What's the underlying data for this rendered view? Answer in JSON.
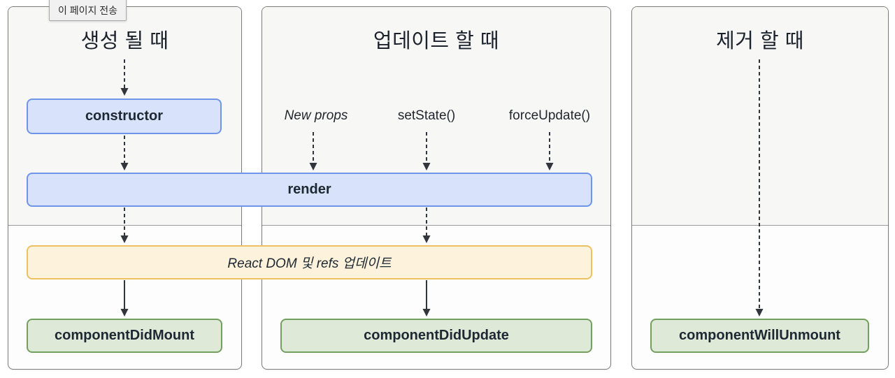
{
  "page": {
    "tooltip": "이 페이지 전송"
  },
  "columns": [
    {
      "id": "mount",
      "title": "생성 될 때"
    },
    {
      "id": "update",
      "title": "업데이트 할 때"
    },
    {
      "id": "unmount",
      "title": "제거 할 때"
    }
  ],
  "triggers": [
    "New props",
    "setState()",
    "forceUpdate()"
  ],
  "nodes": {
    "constructor": "constructor",
    "render": "render",
    "react_dom_update": "React DOM 및 refs 업데이트",
    "componentDidMount": "componentDidMount",
    "componentDidUpdate": "componentDidUpdate",
    "componentWillUnmount": "componentWillUnmount"
  },
  "colors": {
    "lifecycle_fill": "#d8e3fb",
    "lifecycle_border": "#6e95e8",
    "dom_update_fill": "#fdf3dc",
    "dom_update_border": "#edc15f",
    "commit_fill": "#dfe9d8",
    "commit_border": "#74a05f",
    "arrow": "#32363c",
    "phase_top_bg": "#f7f7f6",
    "phase_bottom_bg": "#fdfdfd"
  }
}
